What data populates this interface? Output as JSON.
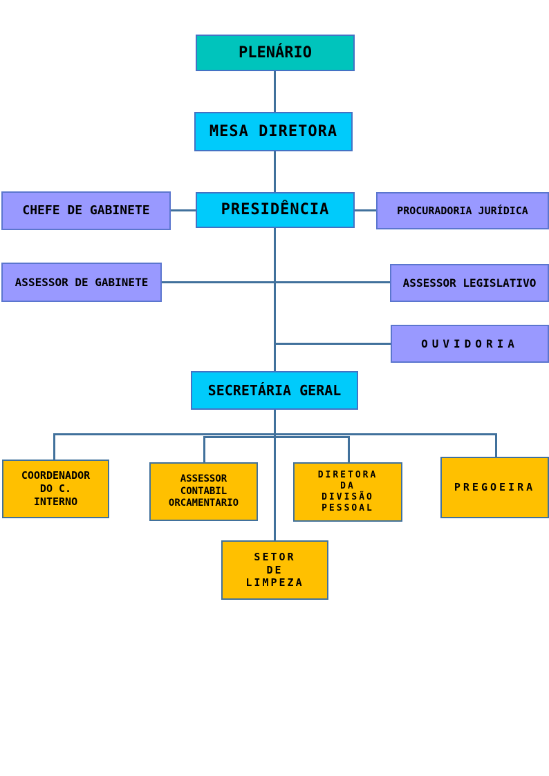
{
  "colors": {
    "plenario_fill": "#00C4BC",
    "cyan_fill": "#00CBFB",
    "purple_fill": "#9999FF",
    "yellow_fill": "#FFC000",
    "connector_blue": "#41719C",
    "border_blue": "#4472C4"
  },
  "nodes": {
    "plenario": {
      "label": "PLENÁRIO"
    },
    "mesa_diretora": {
      "label": "MESA DIRETORA"
    },
    "presidencia": {
      "label": "PRESIDÊNCIA"
    },
    "chefe_gabinete": {
      "label": "CHEFE DE GABINETE"
    },
    "procuradoria": {
      "label": "PROCURADORIA JURÍDICA"
    },
    "assessor_gabinete": {
      "label": "ASSESSOR DE GABINETE"
    },
    "assessor_legislativo": {
      "label": "ASSESSOR LEGISLATIVO"
    },
    "ouvidoria": {
      "label": "OUVIDORIA"
    },
    "secretaria_geral": {
      "label": "SECRETÁRIA GERAL"
    },
    "coordenador": {
      "label": "COORDENADOR\nDO C.\nINTERNO"
    },
    "assessor_contabil": {
      "label": "ASSESSOR\nCONTABIL\nORCAMENTARIO"
    },
    "diretora_pessoal": {
      "label": "DIRETORA\nDA\nDIVISÃO\nPESSOAL"
    },
    "pregoeira": {
      "label": "PREGOEIRA"
    },
    "setor_limpeza": {
      "label": "SETOR\nDE\nLIMPEZA"
    }
  }
}
